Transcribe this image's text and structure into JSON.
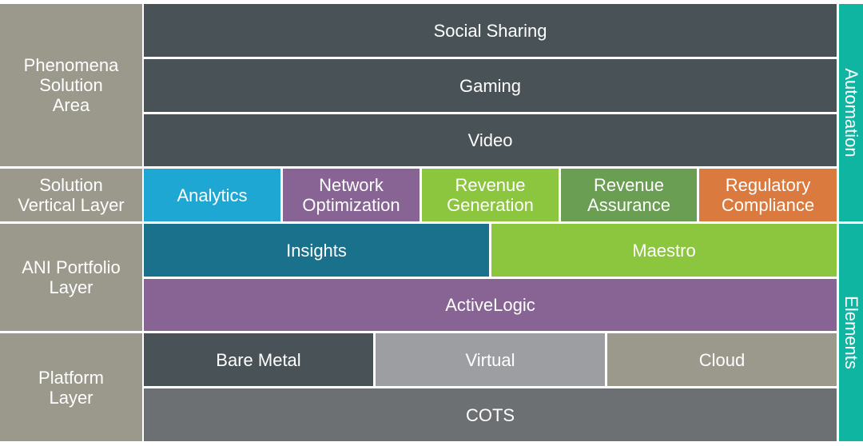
{
  "left_labels": {
    "phenomena": "Phenomena\nSolution\nArea",
    "solution_vertical": "Solution\nVertical Layer",
    "ani_portfolio": "ANI Portfolio\nLayer",
    "platform": "Platform\nLayer"
  },
  "phenomena": [
    "Social Sharing",
    "Gaming",
    "Video"
  ],
  "verticals": [
    "Analytics",
    "Network\nOptimization",
    "Revenue\nGeneration",
    "Revenue\nAssurance",
    "Regulatory\nCompliance"
  ],
  "portfolio": {
    "insights": "Insights",
    "maestro": "Maestro",
    "activelogic": "ActiveLogic"
  },
  "platform": {
    "bare_metal": "Bare Metal",
    "virtual": "Virtual",
    "cloud": "Cloud",
    "cots": "COTS"
  },
  "side_bars": {
    "automation": "Automation",
    "elements": "Elements"
  },
  "colors": {
    "label_gray": "#9b988c",
    "dark": "#495256",
    "analytics": "#1fa7d3",
    "network": "#876493",
    "revenue_gen": "#8cc63e",
    "revenue_assur": "#6a9e52",
    "regulatory": "#da7a3e",
    "insights": "#1a718c",
    "maestro": "#8cc63e",
    "activelogic": "#876493",
    "virtual": "#9d9ea2",
    "cloud": "#9b988c",
    "cots": "#6d7073",
    "teal": "#10b5a2"
  }
}
